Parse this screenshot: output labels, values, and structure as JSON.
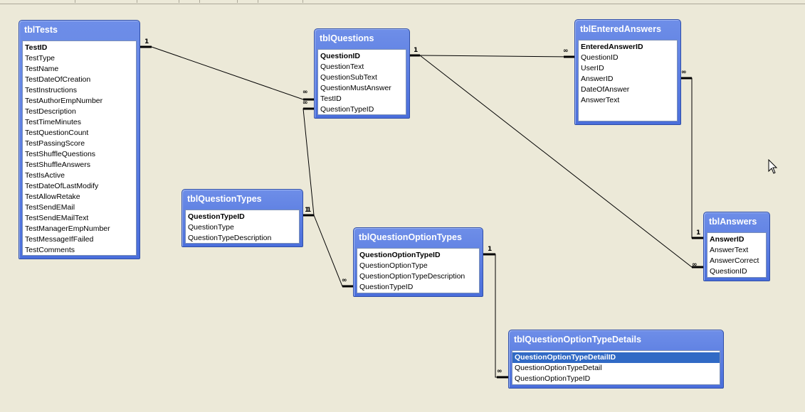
{
  "tables": {
    "tblTests": {
      "title": "tblTests",
      "fields": [
        "TestID",
        "TestType",
        "TestName",
        "TestDateOfCreation",
        "TestInstructions",
        "TestAuthorEmpNumber",
        "TestDescription",
        "TestTimeMinutes",
        "TestQuestionCount",
        "TestPassingScore",
        "TestShuffleQuestions",
        "TestShuffleAnswers",
        "TestIsActive",
        "TestDateOfLastModify",
        "TestAllowRetake",
        "TestSendEMail",
        "TestSendEMailText",
        "TestManagerEmpNumber",
        "TestMessageIfFailed",
        "TestComments"
      ]
    },
    "tblQuestions": {
      "title": "tblQuestions",
      "fields": [
        "QuestionID",
        "QuestionText",
        "QuestionSubText",
        "QuestionMustAnswer",
        "TestID",
        "QuestionTypeID"
      ]
    },
    "tblEnteredAnswers": {
      "title": "tblEnteredAnswers",
      "fields": [
        "EnteredAnswerID",
        "QuestionID",
        "UserID",
        "AnswerID",
        "DateOfAnswer",
        "AnswerText"
      ]
    },
    "tblQuestionTypes": {
      "title": "tblQuestionTypes",
      "fields": [
        "QuestionTypeID",
        "QuestionType",
        "QuestionTypeDescription"
      ]
    },
    "tblQuestionOptionTypes": {
      "title": "tblQuestionOptionTypes",
      "fields": [
        "QuestionOptionTypeID",
        "QuestionOptionType",
        "QuestionOptionTypeDescription",
        "QuestionTypeID"
      ]
    },
    "tblAnswers": {
      "title": "tblAnswers",
      "fields": [
        "AnswerID",
        "AnswerText",
        "AnswerCorrect",
        "QuestionID"
      ]
    },
    "tblQuestionOptionTypeDetails": {
      "title": "tblQuestionOptionTypeDetails",
      "fields": [
        "QuestionOptionTypeDetailID",
        "QuestionOptionTypeDetail",
        "QuestionOptionTypeID"
      ]
    }
  },
  "cardinality": {
    "one": "1",
    "many": "∞"
  },
  "colors": {
    "canvas": "#ece9d8",
    "title_bar": "#5a7ee0",
    "selected_row": "#316ac5"
  },
  "icons": {
    "cursor": "arrow-cursor-icon"
  }
}
